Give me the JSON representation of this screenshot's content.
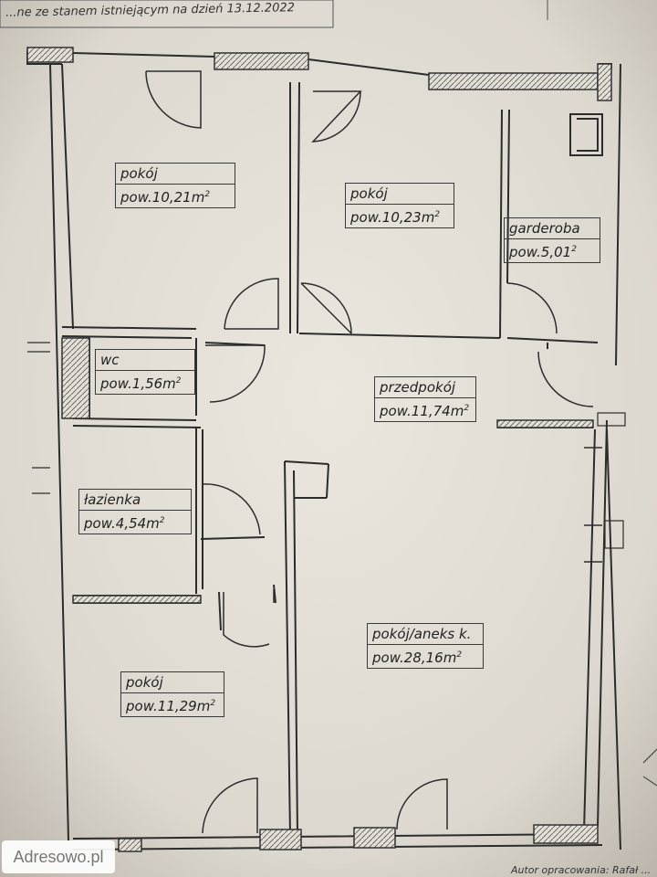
{
  "header_note": "...ne ze stanem istniejącym na dzień 13.12.2022",
  "author_note": "Autor opracowania: Rafał ...",
  "watermark": "Adresowo.pl",
  "rooms": [
    {
      "name": "pokój",
      "area": "pow.10,21m"
    },
    {
      "name": "pokój",
      "area": "pow.10,23m"
    },
    {
      "name": "garderoba",
      "area": "pow.5,01"
    },
    {
      "name": "wc",
      "area": "pow.1,56m"
    },
    {
      "name": "przedpokój",
      "area": "pow.11,74m"
    },
    {
      "name": "łazienka",
      "area": "pow.4,54m"
    },
    {
      "name": "pokój/aneks k.",
      "area": "pow.28,16m"
    },
    {
      "name": "pokój",
      "area": "pow.11,29m"
    }
  ],
  "area_unit_exponent": "2"
}
